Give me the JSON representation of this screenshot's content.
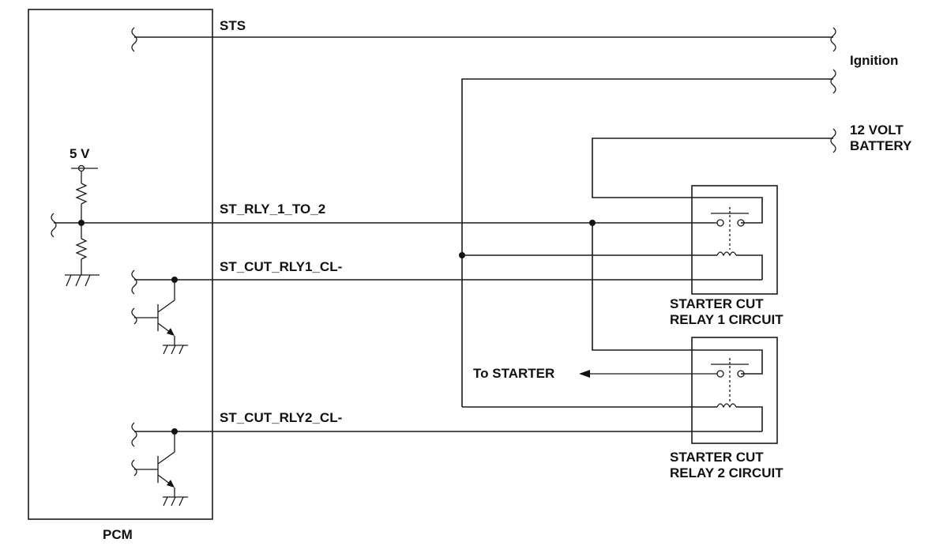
{
  "labels": {
    "sts": "STS",
    "ignition": "Ignition",
    "battery_line1": "12 VOLT",
    "battery_line2": "BATTERY",
    "supply": "5 V",
    "st_rly_1_to_2": "ST_RLY_1_TO_2",
    "st_cut_rly1": "ST_CUT_RLY1_CL-",
    "st_cut_rly2": "ST_CUT_RLY2_CL-",
    "relay1_line1": "STARTER CUT",
    "relay1_line2": "RELAY 1 CIRCUIT",
    "relay2_line1": "STARTER CUT",
    "relay2_line2": "RELAY 2 CIRCUIT",
    "to_starter": "To STARTER",
    "pcm": "PCM"
  },
  "colors": {
    "line": "#1a1a1a",
    "background": "#ffffff"
  },
  "icons": {
    "ground": "ground-symbol-icon",
    "resistor": "resistor-icon",
    "transistor": "npn-transistor-icon",
    "coil": "relay-coil-icon",
    "switch": "relay-switch-icon",
    "connector": "wire-break-icon",
    "arrow": "arrow-left-icon"
  }
}
